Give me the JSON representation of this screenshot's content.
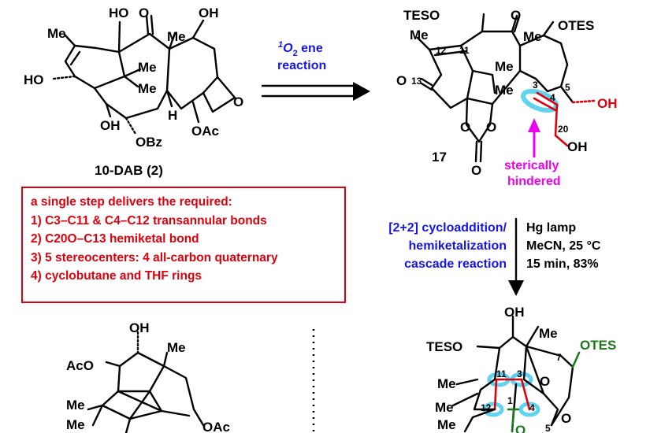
{
  "start": {
    "me": "Me",
    "ho_left": "HO",
    "oh_top": "HO",
    "o_keto": "O",
    "oh_tr": "OH",
    "me_mid": "Me",
    "me_a": "Me",
    "me_b": "Me",
    "h": "H",
    "o_ring": "O",
    "oh_bottom": "OH",
    "obz": "OBz",
    "oac": "OAc",
    "label": "10-DAB (2)"
  },
  "arrow1": {
    "line1_sup": "1",
    "line1": "O",
    "line1_sub": "2",
    "line1_rest": " ene",
    "line2": "reaction"
  },
  "intermediate": {
    "teso": "TESO",
    "o_keto": "O",
    "otes": "OTES",
    "me12": "Me",
    "n12": "12",
    "n11": "11",
    "me_mid": "Me",
    "me_a": "Me",
    "me_b": "Me",
    "o13": "O",
    "n13": "13",
    "n3": "3",
    "n4": "4",
    "n5": "5",
    "oh5": "OH",
    "n20": "20",
    "oh20": "OH",
    "o_c1": "O",
    "o_c2": "O",
    "o_carb": "O",
    "label": "17",
    "hint_line1": "sterically",
    "hint_line2": "hindered"
  },
  "conditions": {
    "left": [
      "[2+2] cycloaddition/",
      "hemiketalization",
      "cascade reaction"
    ],
    "right": [
      "Hg lamp",
      "MeCN, 25 °C",
      "15 min, 83%"
    ]
  },
  "note": {
    "lines": [
      "a single step delivers the required:",
      "1) C3–C11 & C4–C12  transannular bonds",
      "2) C20O–C13 hemiketal bond",
      "3) 5 stereocenters: 4 all-carbon quaternary",
      "4) cyclobutane and THF rings"
    ]
  },
  "cage_left": {
    "oh": "OH",
    "aco": "AcO",
    "me1": "Me",
    "me2": "Me",
    "me3": "Me",
    "oac": "OAc"
  },
  "product": {
    "oh": "OH",
    "teso": "TESO",
    "me": "Me",
    "n7": "7",
    "otes": "OTES",
    "n11": "11",
    "n3": "3",
    "me_a": "Me",
    "o_ring": "O",
    "n1": "1",
    "me_b": "Me",
    "n12": "12",
    "n4": "4",
    "me_c": "Me",
    "o_r2": "O",
    "n5": "5",
    "o_r3": "O"
  },
  "colors": {
    "red": "#e0000b",
    "blue": "#1515e8",
    "magenta": "#ee00ee",
    "green": "#1a7a1a",
    "highlight": "#5fd3f0"
  }
}
